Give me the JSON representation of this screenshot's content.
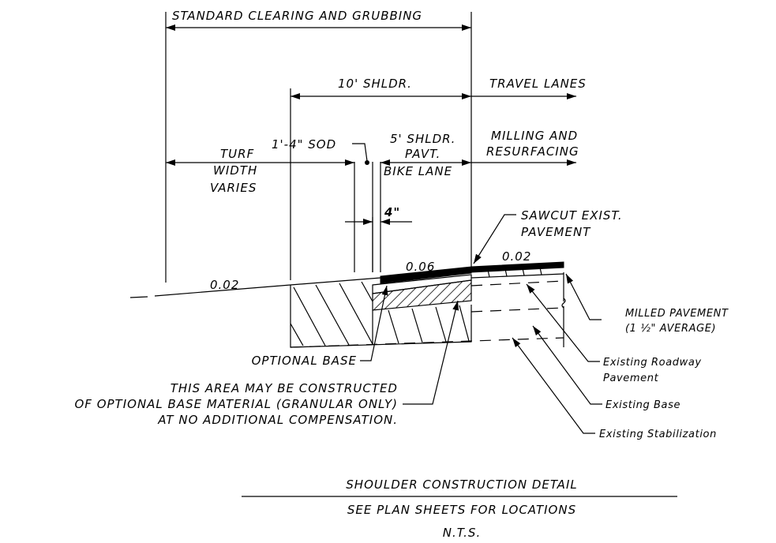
{
  "dimensions": {
    "clearing": "STANDARD CLEARING AND GRUBBING",
    "shoulder": "10' SHLDR.",
    "travel_lanes": "TRAVEL LANES",
    "sod": "1'-4\" SOD",
    "paved_shoulder_line1": "5' SHLDR.",
    "paved_shoulder_line2": "PAVT.",
    "bike_lane": "BIKE LANE",
    "turf_line1": "TURF",
    "turf_line2": "WIDTH",
    "turf_line3": "VARIES",
    "milling_line1": "MILLING AND",
    "milling_line2": "RESURFACING",
    "four_inch": "4\""
  },
  "slopes": {
    "turf": "0.02",
    "shoulder": "0.06",
    "travel": "0.02"
  },
  "callouts": {
    "sawcut_line1": "SAWCUT EXIST.",
    "sawcut_line2": "PAVEMENT",
    "milled_line1": "MILLED PAVEMENT",
    "milled_line2": "(1 ½\" AVERAGE)",
    "existing_pavement_line1": "Existing Roadway",
    "existing_pavement_line2": "Pavement",
    "existing_base": "Existing Base",
    "existing_stabilization": "Existing Stabilization",
    "optional_base": "OPTIONAL BASE",
    "note_line1": "THIS AREA MAY BE CONSTRUCTED",
    "note_line2": "OF OPTIONAL BASE MATERIAL (GRANULAR ONLY)",
    "note_line3": "AT NO ADDITIONAL COMPENSATION."
  },
  "title_block": {
    "title": "SHOULDER CONSTRUCTION DETAIL",
    "subtitle": "SEE PLAN SHEETS FOR LOCATIONS",
    "scale": "N.T.S."
  }
}
